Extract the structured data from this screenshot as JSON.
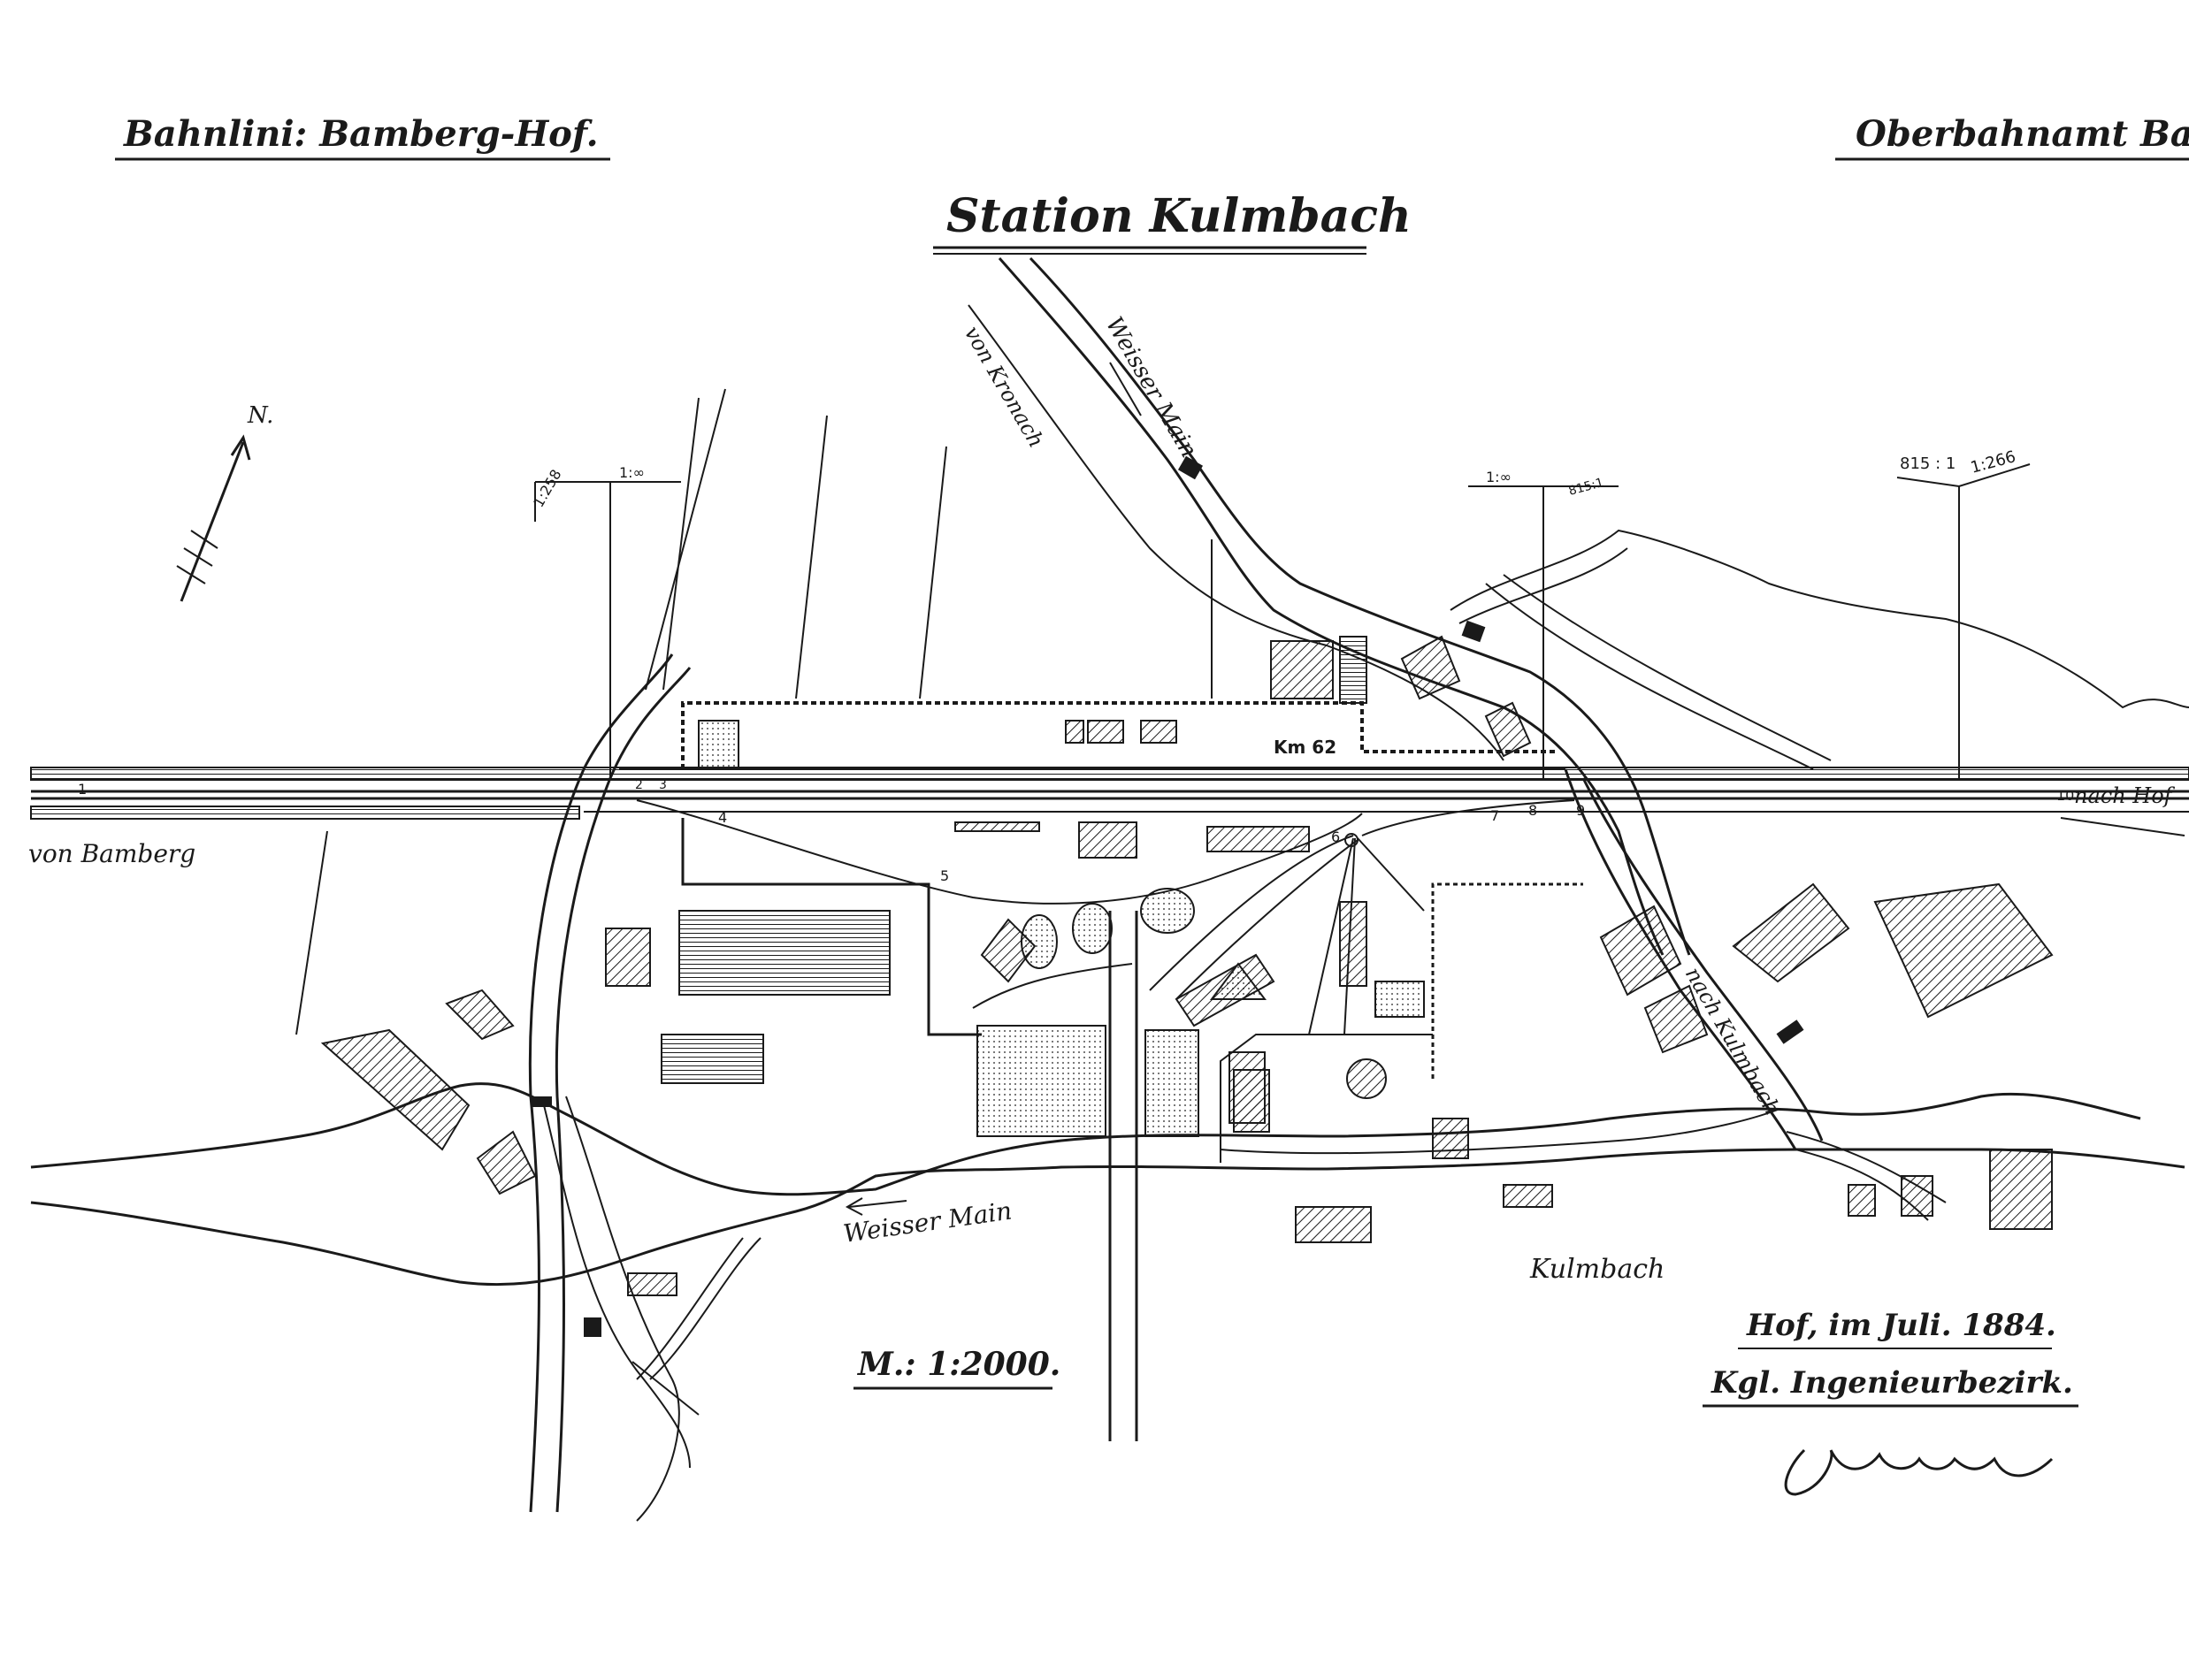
{
  "header": {
    "line": "Bahnlini: Bamberg-Hof.",
    "office": "Oberbahnamt Bamberg",
    "station": "Station Kulmbach"
  },
  "labels": {
    "from_bamberg": "von Bamberg",
    "to_hof": "nach Hof",
    "from_kronach": "von Kronach",
    "to_kulmbach_road": "nach Kulmbach",
    "river_upper": "Weisser Main",
    "river_lower": "Weisser Main",
    "town": "Kulmbach",
    "north": "N.",
    "km_marker": "Km 62",
    "grad_left_a": "1:258",
    "grad_left_b": "1:∞",
    "grad_mid_a": "1:∞",
    "grad_mid_b": "815:1",
    "grad_right_a": "815 : 1",
    "grad_right_b": "1:266",
    "switch_1": "1",
    "switch_2": "2",
    "switch_3": "3",
    "switch_4": "4",
    "switch_5": "5",
    "switch_6": "6",
    "switch_7": "7",
    "switch_8": "8",
    "switch_9": "9",
    "switch_10": "10"
  },
  "footer": {
    "scale": "M.: 1:2000.",
    "date": "Hof, im Juli. 1884.",
    "office": "Kgl. Ingenieurbezirk."
  },
  "colors": {
    "ink": "#1a1a1a",
    "paper": "#ffffff"
  }
}
